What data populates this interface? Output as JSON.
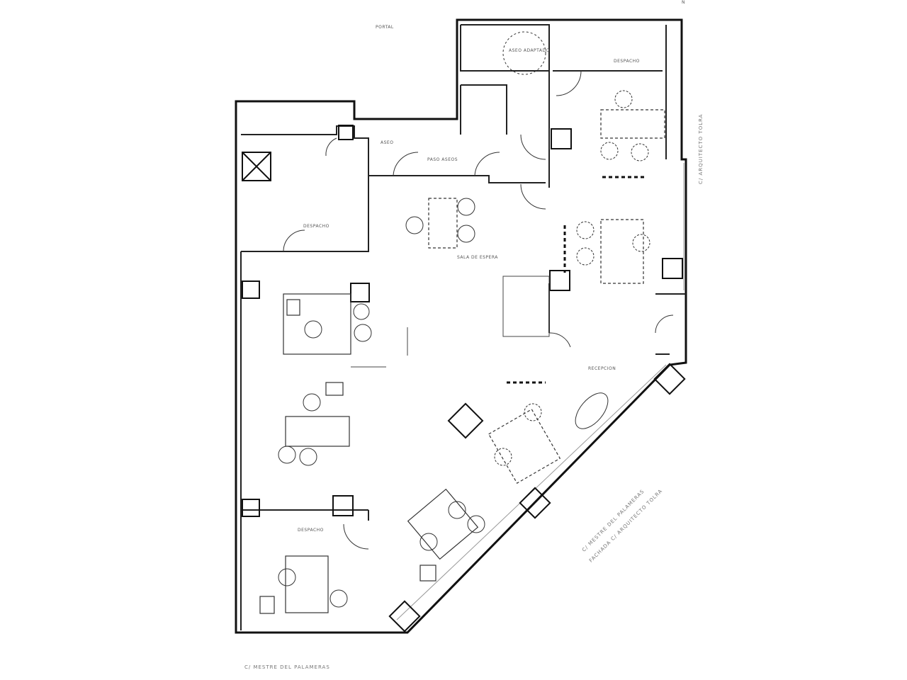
{
  "plan": {
    "north_mark": "N",
    "street_top": "PORTAL",
    "street_right": "C/ ARQUITECTO TOLRA",
    "street_diagonal_1": "C/ MESTRE DEL PALAMERAS",
    "street_diagonal_2": "FACHADA C/ ARQUITECTO TOLRA",
    "street_bottom": "C/ MESTRE DEL PALAMERAS",
    "rooms": {
      "wc_accessible": "ASEO ADAPTADO",
      "office_top_right": "DESPACHO",
      "small_office": "ASEO",
      "wc_staff": "PASO ASEOS",
      "office_left": "DESPACHO",
      "waiting": "SALA DE ESPERA",
      "reception": "RECEPCION",
      "office_bottom": "DESPACHO"
    }
  }
}
